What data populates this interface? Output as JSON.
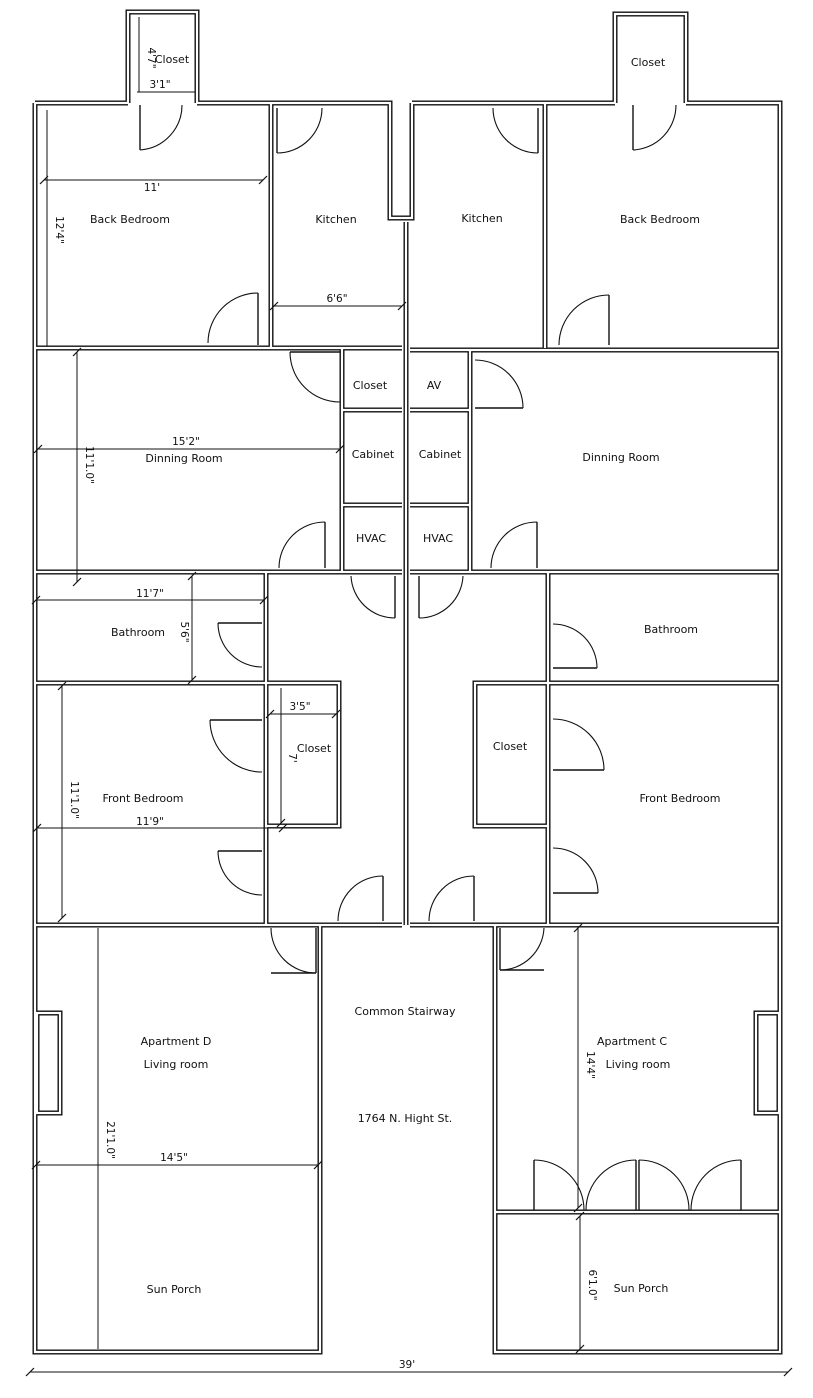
{
  "floorplan": {
    "address": "1764 N. Hight St.",
    "common": "Common Stairway",
    "apt_d": {
      "name": "Apartment D",
      "closet_top": "Closet",
      "back_bedroom": "Back Bedroom",
      "kitchen": "Kitchen",
      "dining": "Dinning Room",
      "closet_mid": "Closet",
      "cabinet": "Cabinet",
      "hvac": "HVAC",
      "bathroom": "Bathroom",
      "front_bedroom": "Front Bedroom",
      "closet_front": "Closet",
      "living": "Living room",
      "sun_porch": "Sun Porch"
    },
    "apt_c": {
      "name": "Apartment C",
      "closet_top": "Closet",
      "back_bedroom": "Back Bedroom",
      "kitchen": "Kitchen",
      "dining": "Dinning Room",
      "av": "AV",
      "cabinet": "Cabinet",
      "hvac": "HVAC",
      "bathroom": "Bathroom",
      "front_bedroom": "Front Bedroom",
      "closet_front": "Closet",
      "living": "Living room",
      "sun_porch": "Sun Porch"
    },
    "dimensions": {
      "closet_top_h": "4'7\"",
      "closet_top_w": "3'1\"",
      "back_bedroom_w": "11'",
      "back_bedroom_h": "12'4\"",
      "kitchen_w": "6'6\"",
      "dining_w": "15'2\"",
      "dining_h": "11'1.0\"",
      "bathroom_w": "11'7\"",
      "bathroom_h": "5'6\"",
      "closet_front_w": "3'5\"",
      "closet_front_h": "7'",
      "front_bedroom_h": "11'1.0\"",
      "front_bedroom_w": "11'9\"",
      "living_d_h": "21'1.0\"",
      "living_d_w": "14'5\"",
      "living_c_h": "14'4\"",
      "porch_c_h": "6'1.0\"",
      "total_w": "39'"
    }
  }
}
